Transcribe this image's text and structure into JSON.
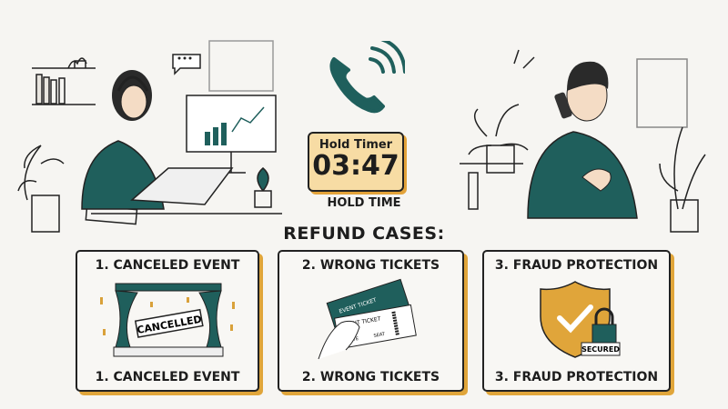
{
  "timer": {
    "label": "Hold Timer",
    "time": "03:47",
    "caption": "HOLD TIME"
  },
  "heading": "REFUND CASES:",
  "cards": [
    {
      "title": "1. CANCELED EVENT",
      "caption": "1. CANCELED EVENT",
      "sign": "CANCELLED",
      "icon": "stage-curtain-icon"
    },
    {
      "title": "2. WRONG TICKETS",
      "caption": "2. WRONG TICKETS",
      "ticket_back": "EVENT TICKET",
      "ticket_front": "EVENT TICKET",
      "ticket_date": "DATE",
      "ticket_seat": "SEAT",
      "icon": "tickets-icon"
    },
    {
      "title": "3. FRAUD PROTECTION",
      "caption": "3. FRAUD PROTECTION",
      "badge": "SECURED",
      "icon": "shield-lock-icon"
    }
  ],
  "colors": {
    "teal": "#1f5f5c",
    "gold": "#e0a53a",
    "timer_bg": "#f7dca4",
    "background": "#f6f5f2"
  }
}
